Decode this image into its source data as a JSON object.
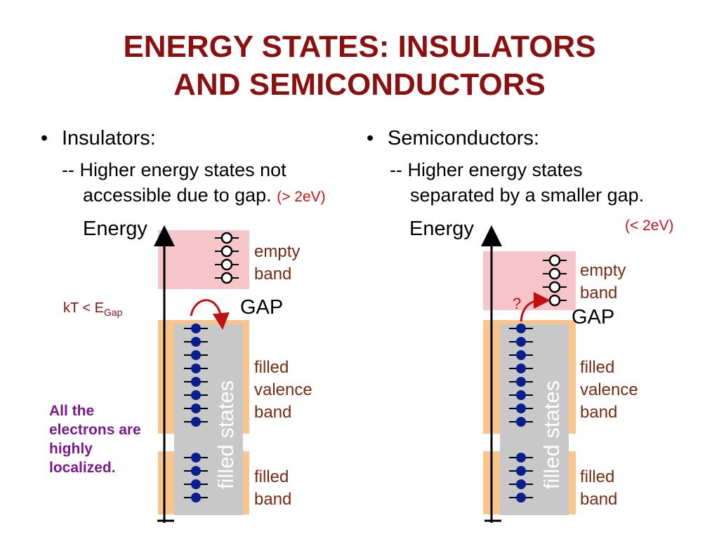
{
  "title": {
    "line1": "ENERGY STATES:  INSULATORS",
    "line2": "AND SEMICONDUCTORS"
  },
  "left": {
    "bullet": "Insulators:",
    "sub_line1": "-- Higher energy states not",
    "sub_line2": "accessible due to gap.",
    "gap_note": "(> 2eV)",
    "energy_label": "Energy",
    "empty_band_label": "empty band",
    "gap_label": "GAP",
    "filled_valence_label": "filled valence band",
    "filled_band_label": "filled band",
    "filled_states_label": "filled states",
    "kt_text": "kT < E",
    "kt_sub": "Gap",
    "note": "All the electrons are highly localized."
  },
  "right": {
    "bullet": "Semiconductors:",
    "sub_line1": "-- Higher energy states",
    "sub_line2": "separated by a smaller gap.",
    "gap_note": "(< 2eV)",
    "energy_label": "Energy",
    "empty_band_label": "empty band",
    "gap_label": "GAP",
    "question_mark": "?",
    "filled_valence_label": "filled valence band",
    "filled_band_label": "filled band",
    "filled_states_label": "filled states"
  },
  "colors": {
    "title": "#8b1010",
    "empty_band": "#f6c5c9",
    "filled_band_outline": "#f9c58c",
    "filled_states_fill": "#c8c8c8",
    "electron": "#0a1f8f",
    "band_text": "#7a2a10",
    "note_purple": "#7a1a8a",
    "arrow_red": "#c01010"
  }
}
